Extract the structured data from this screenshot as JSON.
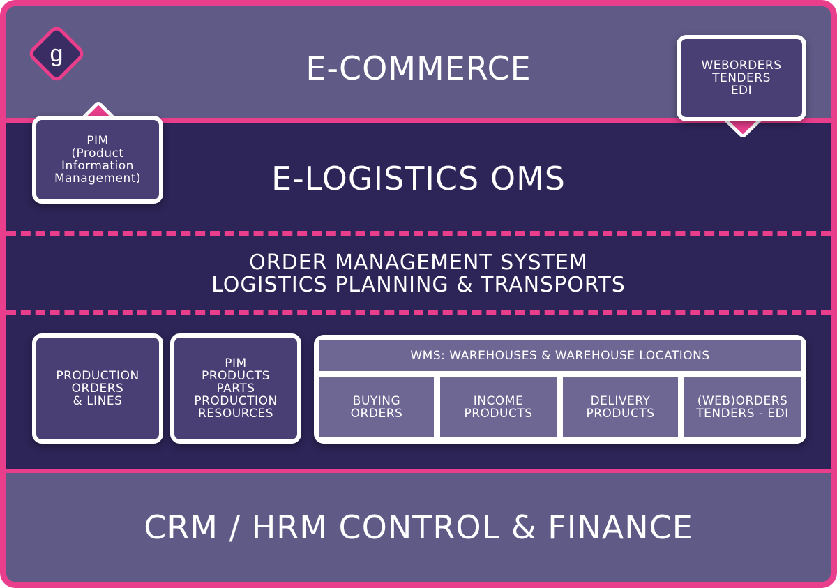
{
  "colors": {
    "frame": "#e83e8c",
    "light_band": "#5f5a86",
    "dark_band": "#2d2457",
    "box": "#4a3f74",
    "wms_cell": "#6e6693"
  },
  "logo": {
    "letter": "g"
  },
  "ecommerce": {
    "title": "E-COMMERCE"
  },
  "weborders_box": {
    "lines": [
      "WEBORDERS",
      "TENDERS",
      "EDI"
    ]
  },
  "pim_box": {
    "lines": [
      "PIM",
      "(Product",
      "Information",
      "Management)"
    ]
  },
  "oms": {
    "title": "E-LOGISTICS OMS"
  },
  "order_mgmt": {
    "line1": "ORDER MANAGEMENT SYSTEM",
    "line2": "LOGISTICS PLANNING & TRANSPORTS"
  },
  "production_box": {
    "lines": [
      "PRODUCTION",
      "ORDERS",
      "& LINES"
    ]
  },
  "pim_products_box": {
    "lines": [
      "PIM",
      "PRODUCTS",
      "PARTS",
      "PRODUCTION",
      "RESOURCES"
    ]
  },
  "wms": {
    "header": "WMS: WAREHOUSES & WAREHOUSE LOCATIONS",
    "cells": [
      {
        "lines": [
          "BUYING",
          "ORDERS"
        ]
      },
      {
        "lines": [
          "INCOME",
          "PRODUCTS"
        ]
      },
      {
        "lines": [
          "DELIVERY",
          "PRODUCTS"
        ]
      },
      {
        "lines": [
          "(WEB)ORDERS",
          "TENDERS - EDI"
        ]
      }
    ]
  },
  "crm": {
    "title": "CRM / HRM CONTROL & FINANCE"
  }
}
